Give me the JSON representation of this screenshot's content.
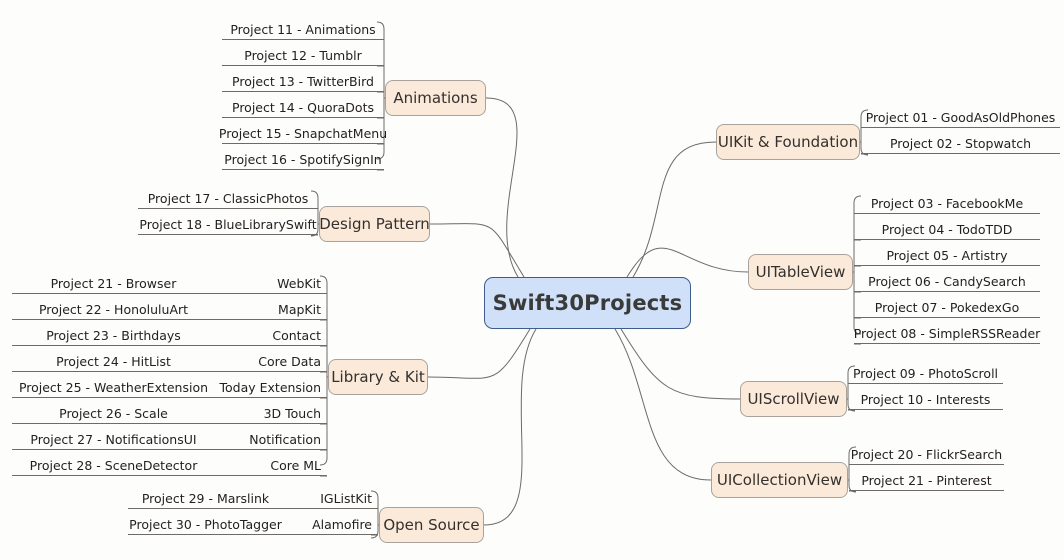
{
  "root": {
    "label": "Swift30Projects",
    "fill": "#cfe0f8",
    "border": "#3f5c8c"
  },
  "theme": {
    "background": "#fdfdfc",
    "branch_fill": "#fbead9",
    "branch_border": "#a9a29c",
    "leaf_rule": "#6e6a66",
    "edge_color": "#6e6a66",
    "text": "#221f1d"
  },
  "branches": [
    {
      "id": "animations",
      "label": "Animations",
      "side": "left",
      "columns": 1,
      "leaves": [
        {
          "name": "Project 11 - Animations"
        },
        {
          "name": "Project 12 - Tumblr"
        },
        {
          "name": "Project 13 - TwitterBird"
        },
        {
          "name": "Project 14 - QuoraDots"
        },
        {
          "name": "Project 15 - SnapchatMenu"
        },
        {
          "name": "Project 16 - SpotifySignIn"
        }
      ]
    },
    {
      "id": "design-pattern",
      "label": "Design Pattern",
      "side": "left",
      "columns": 1,
      "leaves": [
        {
          "name": "Project 17 - ClassicPhotos"
        },
        {
          "name": "Project 18 - BlueLibrarySwift"
        }
      ]
    },
    {
      "id": "library-and-kit",
      "label": "Library & Kit",
      "side": "left",
      "columns": 2,
      "leaves": [
        {
          "name": "Project 21 - Browser",
          "kit": "WebKit"
        },
        {
          "name": "Project 22 - HonoluluArt",
          "kit": "MapKit"
        },
        {
          "name": "Project 23 - Birthdays",
          "kit": "Contact"
        },
        {
          "name": "Project 24 - HitList",
          "kit": "Core Data"
        },
        {
          "name": "Project 25 - WeatherExtension",
          "kit": "Today Extension"
        },
        {
          "name": "Project 26 - Scale",
          "kit": "3D Touch"
        },
        {
          "name": "Project 27 - NotificationsUI",
          "kit": "Notification"
        },
        {
          "name": "Project 28 - SceneDetector",
          "kit": "Core ML"
        }
      ]
    },
    {
      "id": "open-source",
      "label": "Open Source",
      "side": "left",
      "columns": 2,
      "leaves": [
        {
          "name": "Project 29 - Marslink",
          "kit": "IGListKit"
        },
        {
          "name": "Project 30 - PhotoTagger",
          "kit": "Alamofire"
        }
      ]
    },
    {
      "id": "uikit-and-foundation",
      "label": "UIKit & Foundation",
      "side": "right",
      "columns": 1,
      "leaves": [
        {
          "name": "Project 01 - GoodAsOldPhones"
        },
        {
          "name": "Project 02 - Stopwatch"
        }
      ]
    },
    {
      "id": "uitableview",
      "label": "UITableView",
      "side": "right",
      "columns": 1,
      "leaves": [
        {
          "name": "Project 03 - FacebookMe"
        },
        {
          "name": "Project 04 - TodoTDD"
        },
        {
          "name": "Project 05 - Artistry"
        },
        {
          "name": "Project 06 - CandySearch"
        },
        {
          "name": "Project 07 - PokedexGo"
        },
        {
          "name": "Project 08 - SimpleRSSReader"
        }
      ]
    },
    {
      "id": "uiscrollview",
      "label": "UIScrollView",
      "side": "right",
      "columns": 1,
      "leaves": [
        {
          "name": "Project 09 - PhotoScroll"
        },
        {
          "name": "Project 10 - Interests"
        }
      ]
    },
    {
      "id": "uicollectionview",
      "label": "UICollectionView",
      "side": "right",
      "columns": 1,
      "leaves": [
        {
          "name": "Project 20 - FlickrSearch"
        },
        {
          "name": "Project  21 - Pinterest"
        }
      ]
    }
  ]
}
